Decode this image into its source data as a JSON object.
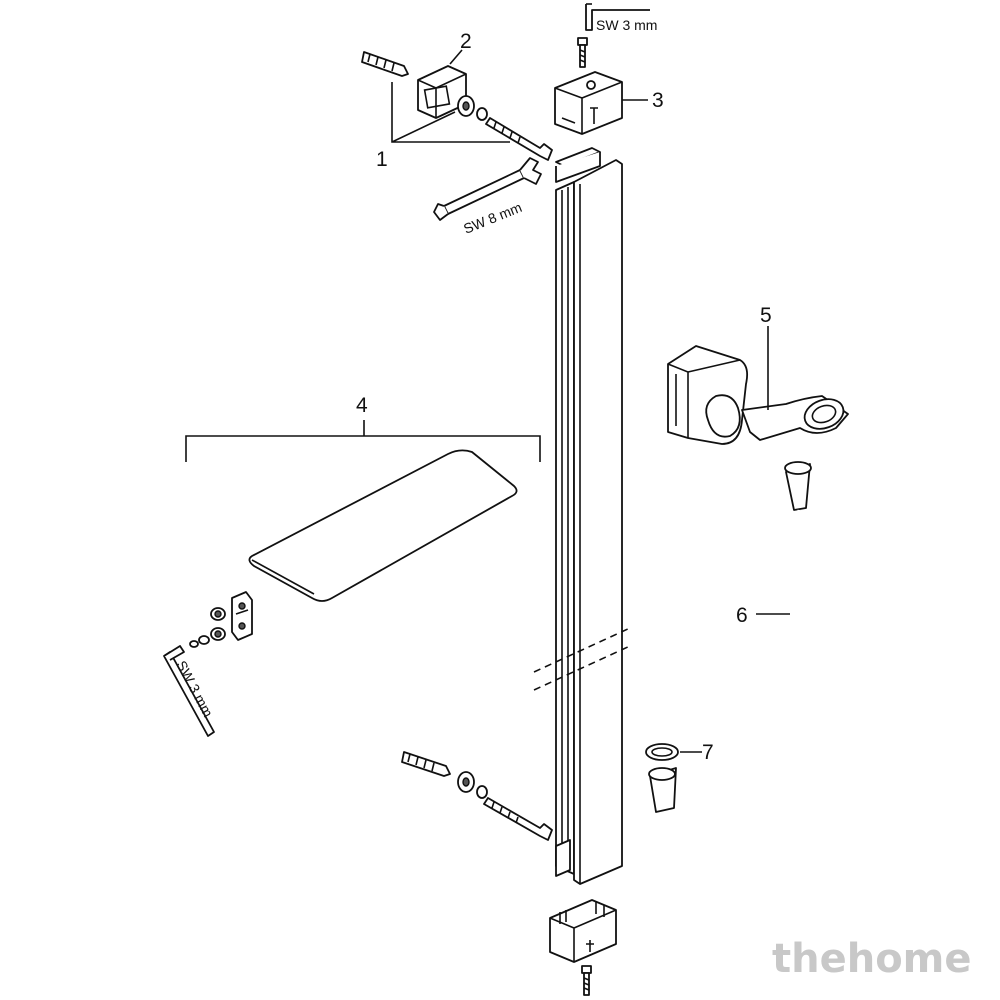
{
  "callouts": {
    "p1": "1",
    "p2": "2",
    "p3": "3",
    "p4": "4",
    "p5": "5",
    "p6": "6",
    "p7": "7"
  },
  "tools": {
    "hex_key_top": "SW 3 mm",
    "wrench": "SW 8 mm",
    "hex_key_left": "SW 3 mm"
  },
  "watermark": "thehome"
}
